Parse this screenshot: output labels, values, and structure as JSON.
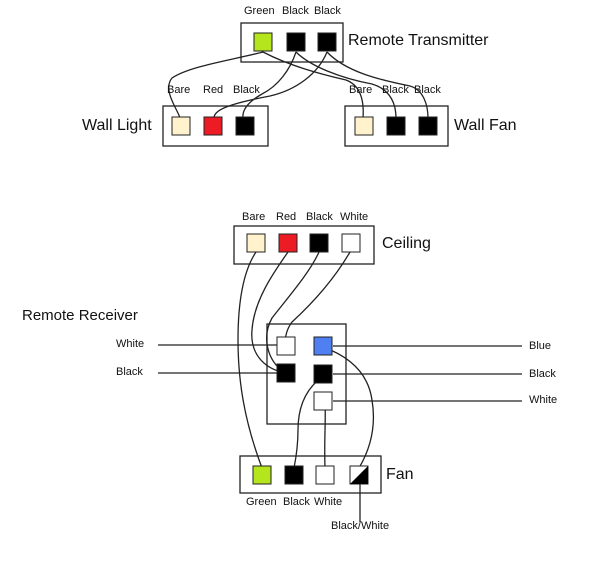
{
  "remote_transmitter": {
    "title": "Remote Transmitter",
    "terminals": [
      "Green",
      "Black",
      "Black"
    ],
    "colors": [
      "#b5e61d",
      "#000000",
      "#000000"
    ]
  },
  "wall_light": {
    "title": "Wall Light",
    "terminals": [
      "Bare",
      "Red",
      "Black"
    ],
    "colors": [
      "#fff2cc",
      "#ed1c24",
      "#000000"
    ]
  },
  "wall_fan": {
    "title": "Wall Fan",
    "terminals": [
      "Bare",
      "Black",
      "Black"
    ],
    "colors": [
      "#fff2cc",
      "#000000",
      "#000000"
    ]
  },
  "ceiling": {
    "title": "Ceiling",
    "terminals": [
      "Bare",
      "Red",
      "Black",
      "White"
    ],
    "colors": [
      "#fff2cc",
      "#ed1c24",
      "#000000",
      "#ffffff"
    ]
  },
  "remote_receiver": {
    "title": "Remote Receiver",
    "left_wires": [
      "White",
      "Black"
    ],
    "right_wires": [
      "Blue",
      "Black",
      "White"
    ],
    "terminal_colors": [
      "#ffffff",
      "#4f7ff0",
      "#000000",
      "#000000",
      "#ffffff"
    ]
  },
  "fan": {
    "title": "Fan",
    "terminals": [
      "Green",
      "Black",
      "White"
    ],
    "extra_terminal": "Black/White",
    "colors": [
      "#b5e61d",
      "#000000",
      "#ffffff"
    ]
  }
}
